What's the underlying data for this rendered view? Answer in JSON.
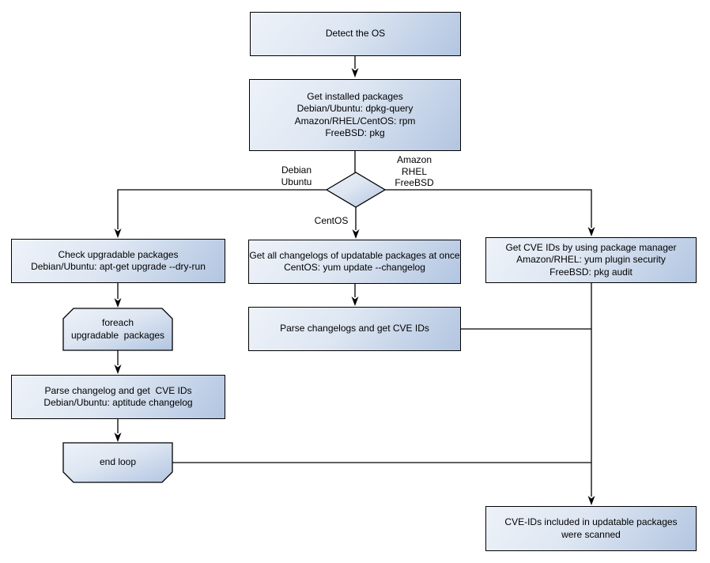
{
  "colors": {
    "node_fill_light": "#eef2f9",
    "node_fill_dark": "#b2c5e1",
    "border": "#000000",
    "background": "#ffffff"
  },
  "nodes": {
    "detect_os": "Detect the OS",
    "get_installed_packages": "Get installed packages\nDebian/Ubuntu: dpkg-query\nAmazon/RHEL/CentOS: rpm\nFreeBSD: pkg",
    "check_upgradable": "Check upgradable packages\nDebian/Ubuntu: apt-get upgrade --dry-run",
    "foreach_loop": "foreach\nupgradable  packages",
    "parse_changelog": "Parse changelog and get  CVE IDs\nDebian/Ubuntu: aptitude changelog",
    "end_loop": "end loop",
    "get_all_changelogs": "Get all changelogs of updatable packages at once\nCentOS: yum update --changelog",
    "parse_changelogs": "Parse changelogs and get CVE IDs",
    "get_cve_ids_pkg_manager": "Get CVE IDs by using package manager\nAmazon/RHEL: yum plugin security\nFreeBSD: pkg audit",
    "scan_result": "CVE-IDs included in updatable packages\nwere scanned"
  },
  "edge_labels": {
    "debian_ubuntu": "Debian\nUbuntu",
    "amazon_rhel_freebsd": "Amazon\nRHEL\nFreeBSD",
    "centos": "CentOS"
  }
}
